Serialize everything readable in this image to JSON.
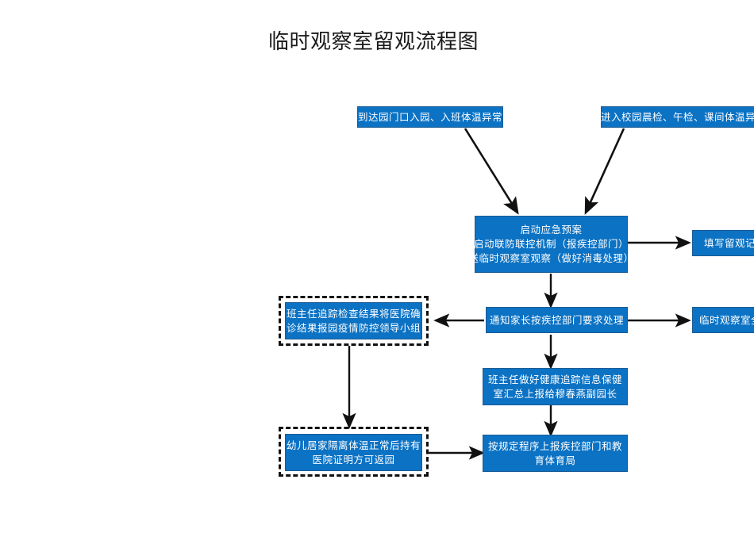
{
  "page": {
    "title": "临时观察室留观流程图",
    "background_color": "#ffffff",
    "node_fill_color": "#0b72c4",
    "node_text_color": "#ffffff",
    "arrow_color": "#111111",
    "dashed_border_color": "#111111"
  },
  "nodes": {
    "entry_gate": {
      "lines": [
        "到达园门口入园、入班体温异常"
      ]
    },
    "entry_campus": {
      "lines": [
        "进入校园晨检、午检、课间体温异常"
      ]
    },
    "emergency_plan": {
      "lines": [
        "启动应急预案",
        "启动联防联控机制（报疾控部门）",
        "送临时观察室观察（做好消毒处理）"
      ]
    },
    "record_form": {
      "lines": [
        "填写留观记录"
      ]
    },
    "notify_parents": {
      "lines": [
        "通知家长按疾控部门要求处理"
      ]
    },
    "room_disinfect": {
      "lines": [
        "临时观察室全面消毒"
      ]
    },
    "teacher_followup": {
      "lines": [
        "班主任追踪检查结果将医院确",
        "诊结果报园疫情防控领导小组"
      ]
    },
    "health_tracking": {
      "lines": [
        "班主任做好健康追踪信息保健",
        "室汇总上报给穆春燕副园长"
      ]
    },
    "home_isolation": {
      "lines": [
        "幼儿居家隔离体温正常后持有",
        "医院证明方可返园"
      ]
    },
    "report_authorities": {
      "lines": [
        "按规定程序上报疾控部门和教",
        "育体育局"
      ]
    }
  },
  "edges": [
    {
      "name": "edge-entry-gate-to-emergency-plan",
      "from": "entry_gate",
      "to": "emergency_plan",
      "style": "solid-diagonal"
    },
    {
      "name": "edge-entry-campus-to-emergency-plan",
      "from": "entry_campus",
      "to": "emergency_plan",
      "style": "solid-diagonal"
    },
    {
      "name": "edge-emergency-plan-to-record-form",
      "from": "emergency_plan",
      "to": "record_form",
      "style": "solid-horizontal"
    },
    {
      "name": "edge-emergency-plan-to-notify-parents",
      "from": "emergency_plan",
      "to": "notify_parents",
      "style": "solid-vertical"
    },
    {
      "name": "edge-notify-parents-to-room-disinfect",
      "from": "notify_parents",
      "to": "room_disinfect",
      "style": "solid-horizontal"
    },
    {
      "name": "edge-notify-parents-to-teacher-followup",
      "from": "notify_parents",
      "to": "teacher_followup",
      "style": "solid-horizontal-left"
    },
    {
      "name": "edge-notify-parents-to-health-tracking",
      "from": "notify_parents",
      "to": "health_tracking",
      "style": "solid-vertical"
    },
    {
      "name": "edge-health-tracking-to-report-authorities",
      "from": "health_tracking",
      "to": "report_authorities",
      "style": "solid-vertical"
    },
    {
      "name": "edge-teacher-followup-to-home-isolation",
      "from": "teacher_followup",
      "to": "home_isolation",
      "style": "solid-vertical"
    },
    {
      "name": "edge-home-isolation-to-report-authorities",
      "from": "home_isolation",
      "to": "report_authorities",
      "style": "solid-horizontal"
    }
  ]
}
